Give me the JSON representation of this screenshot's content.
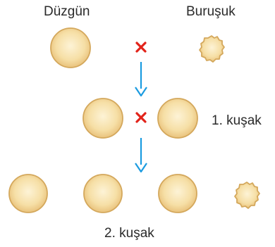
{
  "labels": {
    "smooth": "Düzgün",
    "wrinkled": "Buruşuk",
    "generation_1": "1. kuşak",
    "generation_2": "2. kuşak"
  },
  "cross_symbol": "x",
  "colors": {
    "seed_fill": "#f6dfa6",
    "seed_center": "#fdf3d6",
    "seed_edge": "#d4a85c",
    "cross": "#e2231a",
    "arrow": "#1b9be0",
    "text": "#2a2a2a"
  },
  "icons": [
    "smooth-seed-icon",
    "wrinkled-seed-icon",
    "cross-icon",
    "arrow-down-icon"
  ]
}
